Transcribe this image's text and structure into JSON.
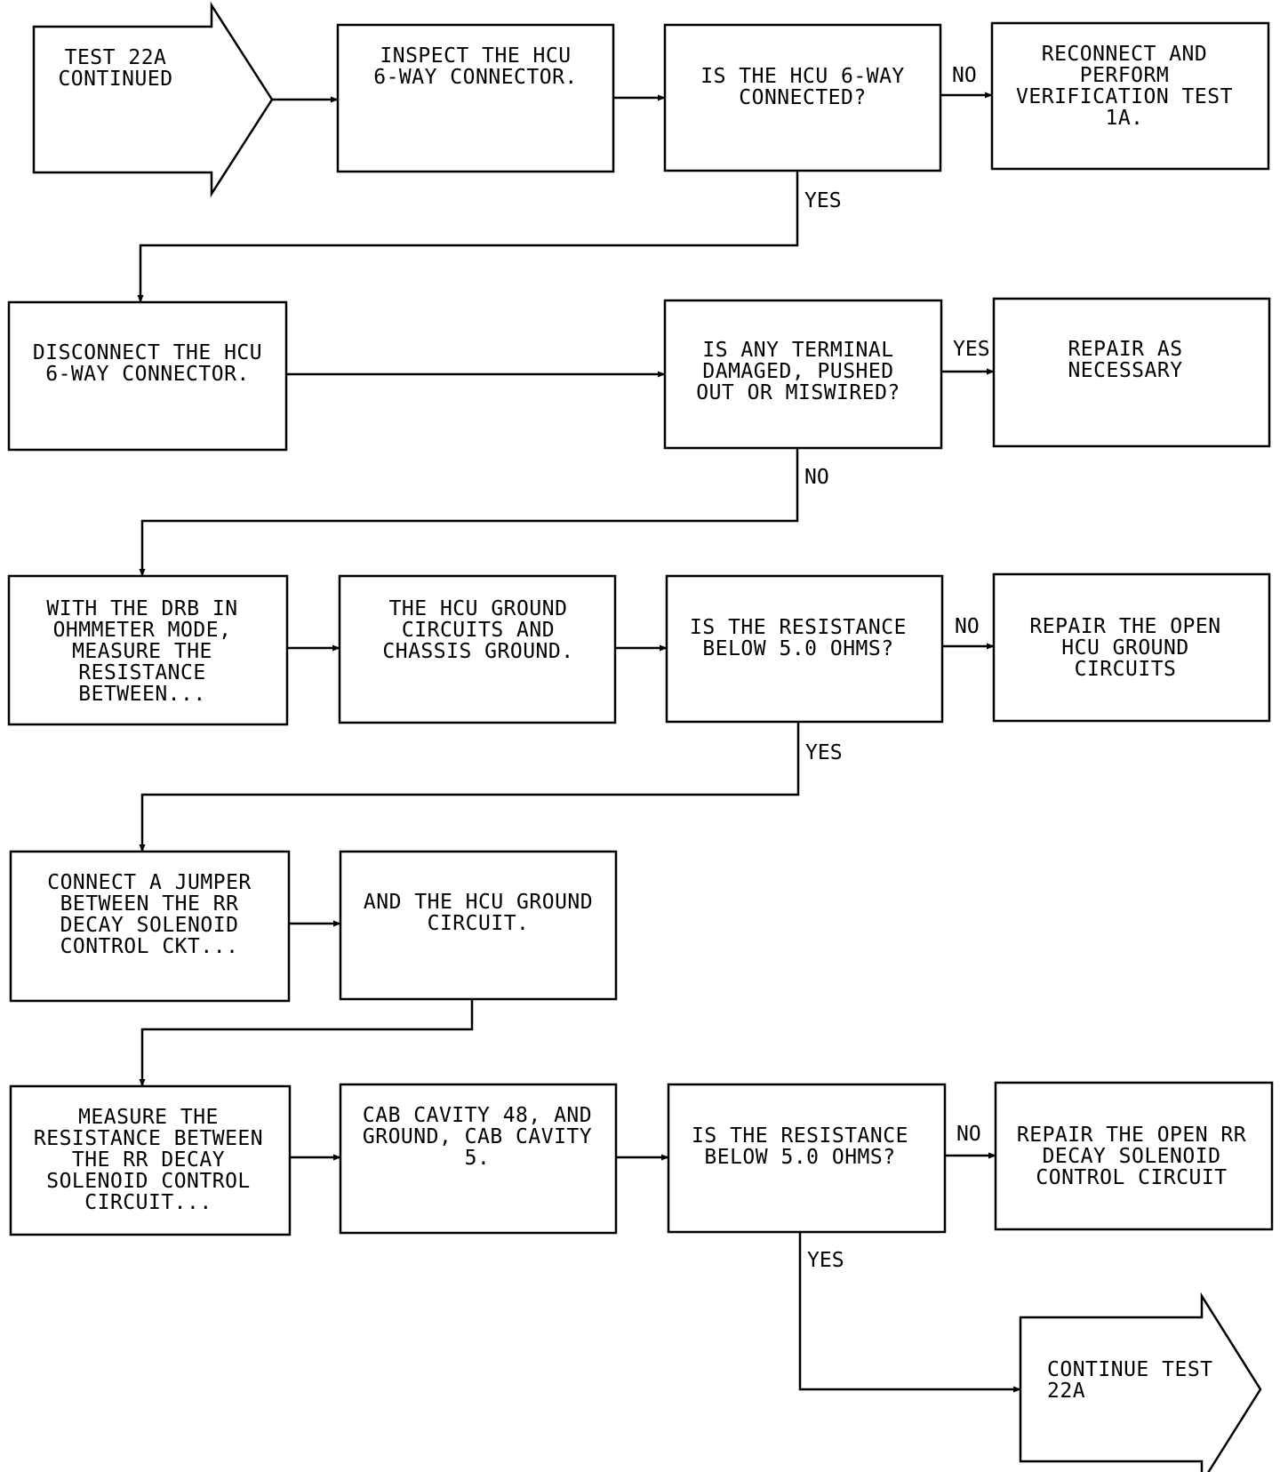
{
  "nodes": {
    "start": {
      "lines": [
        "TEST 22A",
        "CONTINUED"
      ]
    },
    "inspect": {
      "lines": [
        "INSPECT THE HCU",
        "6-WAY CONNECTOR."
      ]
    },
    "q_connected": {
      "lines": [
        "IS THE HCU 6-WAY",
        "CONNECTED?"
      ]
    },
    "reconnect": {
      "lines": [
        "RECONNECT AND",
        "PERFORM",
        "VERIFICATION TEST",
        "1A."
      ]
    },
    "disconnect": {
      "lines": [
        "DISCONNECT THE HCU",
        "6-WAY CONNECTOR."
      ]
    },
    "q_terminal": {
      "lines": [
        "IS ANY TERMINAL",
        "DAMAGED, PUSHED",
        "OUT OR MISWIRED?"
      ]
    },
    "repair_nec": {
      "lines": [
        "REPAIR AS",
        "NECESSARY"
      ]
    },
    "drb": {
      "lines": [
        "WITH THE DRB IN",
        "OHMMETER MODE,",
        "MEASURE THE",
        "RESISTANCE",
        "BETWEEN..."
      ]
    },
    "hcu_ground": {
      "lines": [
        "THE HCU GROUND",
        "CIRCUITS AND",
        "CHASSIS GROUND."
      ]
    },
    "q_res1": {
      "lines": [
        "IS THE RESISTANCE",
        "BELOW 5.0 OHMS?"
      ]
    },
    "repair_ground": {
      "lines": [
        "REPAIR THE OPEN",
        "HCU GROUND",
        "CIRCUITS"
      ]
    },
    "jumper": {
      "lines": [
        "CONNECT A JUMPER",
        "BETWEEN THE RR",
        "DECAY SOLENOID",
        "CONTROL CKT..."
      ]
    },
    "and_ground": {
      "lines": [
        "AND THE HCU GROUND",
        "CIRCUIT."
      ]
    },
    "measure": {
      "lines": [
        "MEASURE THE",
        "RESISTANCE BETWEEN",
        "THE RR DECAY",
        "SOLENOID CONTROL",
        "CIRCUIT..."
      ]
    },
    "cab": {
      "lines": [
        "CAB CAVITY 48, AND",
        "GROUND, CAB CAVITY",
        "5."
      ]
    },
    "q_res2": {
      "lines": [
        "IS THE RESISTANCE",
        "BELOW 5.0 OHMS?"
      ]
    },
    "repair_rr": {
      "lines": [
        "REPAIR THE OPEN RR",
        "DECAY SOLENOID",
        "CONTROL CIRCUIT"
      ]
    },
    "end": {
      "lines": [
        "CONTINUE TEST",
        "22A"
      ]
    }
  },
  "edges": [
    {
      "from": "start",
      "to": "inspect",
      "label": ""
    },
    {
      "from": "inspect",
      "to": "q_connected",
      "label": ""
    },
    {
      "from": "q_connected",
      "to": "reconnect",
      "label": "NO"
    },
    {
      "from": "q_connected",
      "to": "disconnect",
      "label": "YES"
    },
    {
      "from": "disconnect",
      "to": "q_terminal",
      "label": ""
    },
    {
      "from": "q_terminal",
      "to": "repair_nec",
      "label": "YES"
    },
    {
      "from": "q_terminal",
      "to": "drb",
      "label": "NO"
    },
    {
      "from": "drb",
      "to": "hcu_ground",
      "label": ""
    },
    {
      "from": "hcu_ground",
      "to": "q_res1",
      "label": ""
    },
    {
      "from": "q_res1",
      "to": "repair_ground",
      "label": "NO"
    },
    {
      "from": "q_res1",
      "to": "jumper",
      "label": "YES"
    },
    {
      "from": "jumper",
      "to": "and_ground",
      "label": ""
    },
    {
      "from": "and_ground",
      "to": "measure",
      "label": ""
    },
    {
      "from": "measure",
      "to": "cab",
      "label": ""
    },
    {
      "from": "cab",
      "to": "q_res2",
      "label": ""
    },
    {
      "from": "q_res2",
      "to": "repair_rr",
      "label": "NO"
    },
    {
      "from": "q_res2",
      "to": "end",
      "label": "YES"
    }
  ]
}
